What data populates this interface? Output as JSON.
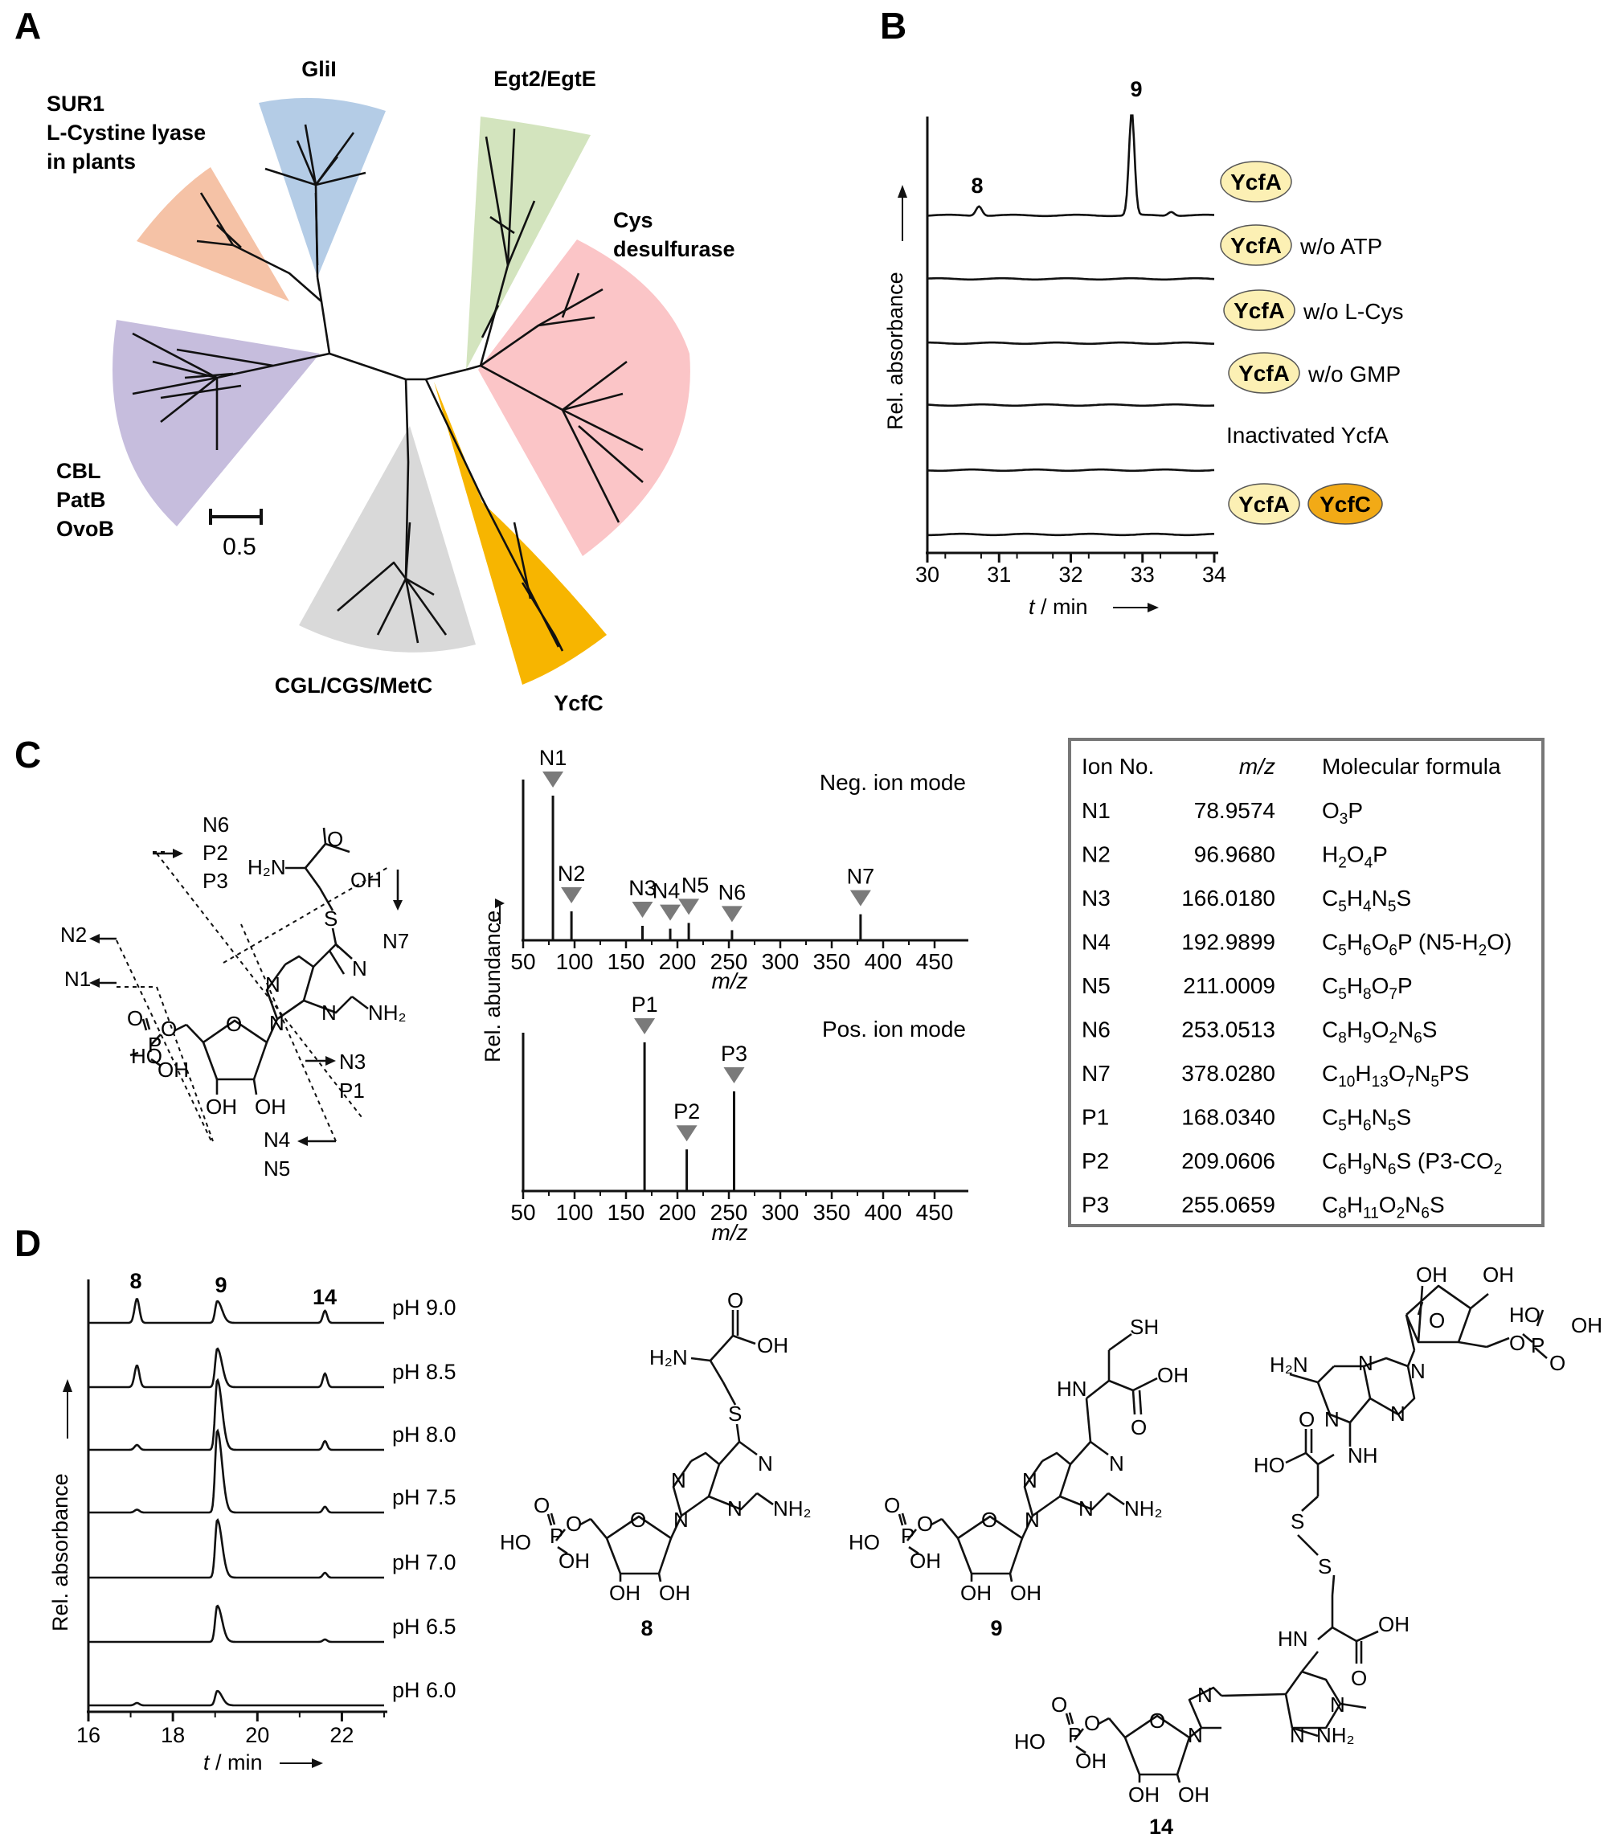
{
  "panels": {
    "a": "A",
    "b": "B",
    "c": "C",
    "d": "D"
  },
  "tree": {
    "clades": [
      {
        "id": "sur1",
        "lines": [
          "SUR1",
          "L-Cystine lyase",
          "in plants"
        ],
        "color": "#f5c2a6"
      },
      {
        "id": "glil",
        "lines": [
          "GliI"
        ],
        "color": "#b4cce6"
      },
      {
        "id": "egt2",
        "lines": [
          "Egt2/EgtE"
        ],
        "color": "#d3e4be"
      },
      {
        "id": "cys",
        "lines": [
          "Cys",
          "desulfurase"
        ],
        "color": "#fbc5c7"
      },
      {
        "id": "cbl",
        "lines": [
          "CBL",
          "PatB",
          "OvoB"
        ],
        "color": "#c6bddd"
      },
      {
        "id": "cgl",
        "lines": [
          "CGL/CGS/MetC"
        ],
        "color": "#d9d9d9"
      },
      {
        "id": "ycfc",
        "lines": [
          "YcfC"
        ],
        "color": "#f7b500"
      }
    ],
    "scale_label": "0.5"
  },
  "hplc_b": {
    "ylabel": "Rel. absorbance",
    "xlabel_var": "t",
    "xlabel_unit": " / min",
    "xticks": [
      "30",
      "31",
      "32",
      "33",
      "34"
    ],
    "peak_labels": {
      "p8": "8",
      "p9": "9"
    },
    "traces": [
      {
        "enzymes": [
          "YcfA"
        ],
        "suffix": ""
      },
      {
        "enzymes": [
          "YcfA"
        ],
        "suffix": "w/o ATP"
      },
      {
        "enzymes": [
          "YcfA"
        ],
        "suffix": "w/o L-Cys"
      },
      {
        "enzymes": [
          "YcfA"
        ],
        "suffix": "w/o GMP"
      },
      {
        "enzymes": [],
        "suffix": "Inactivated YcfA"
      },
      {
        "enzymes": [
          "YcfA",
          "YcfC"
        ],
        "suffix": ""
      }
    ]
  },
  "ms": {
    "ylabel": "Rel. abundance",
    "xlabel": "m/z",
    "neg_mode": "Neg. ion mode",
    "pos_mode": "Pos. ion mode",
    "xticks": [
      "50",
      "100",
      "150",
      "200",
      "250",
      "300",
      "350",
      "400",
      "450"
    ],
    "neg_peaks": [
      {
        "label": "N1",
        "mz": 78.9574,
        "height": 1.0
      },
      {
        "label": "N2",
        "mz": 96.968,
        "height": 0.2
      },
      {
        "label": "N3",
        "mz": 166.018,
        "height": 0.1
      },
      {
        "label": "N4",
        "mz": 192.9899,
        "height": 0.08
      },
      {
        "label": "N5",
        "mz": 211.0009,
        "height": 0.12
      },
      {
        "label": "N6",
        "mz": 253.0513,
        "height": 0.07
      },
      {
        "label": "N7",
        "mz": 378.028,
        "height": 0.18
      }
    ],
    "pos_peaks": [
      {
        "label": "P1",
        "mz": 168.034,
        "height": 1.0
      },
      {
        "label": "P2",
        "mz": 209.0606,
        "height": 0.28
      },
      {
        "label": "P3",
        "mz": 255.0659,
        "height": 0.67
      }
    ]
  },
  "ion_table": {
    "headers": [
      "Ion No.",
      "m/z",
      "Molecular formula"
    ],
    "rows": [
      [
        "N1",
        "78.9574",
        "O3P"
      ],
      [
        "N2",
        "96.9680",
        "H2O4P"
      ],
      [
        "N3",
        "166.0180",
        "C5H4N5S"
      ],
      [
        "N4",
        "192.9899",
        "C5H6O6P (N5-H2O)"
      ],
      [
        "N5",
        "211.0009",
        "C5H8O7P"
      ],
      [
        "N6",
        "253.0513",
        "C8H9O2N6S"
      ],
      [
        "N7",
        "378.0280",
        "C10H13O7N5PS"
      ],
      [
        "P1",
        "168.0340",
        "C5H6N5S"
      ],
      [
        "P2",
        "209.0606",
        "C6H9N6S (P3-CO2"
      ],
      [
        "P3",
        "255.0659",
        "C8H11O2N6S"
      ]
    ]
  },
  "frag_labels": {
    "top": [
      "N6",
      "P2",
      "P3"
    ],
    "n7": "N7",
    "n2": "N2",
    "n1": "N1",
    "mid": [
      "N3",
      "P1"
    ],
    "bot": [
      "N4",
      "N5"
    ]
  },
  "ph_series": {
    "ylabel": "Rel. absorbance",
    "xlabel_var": "t",
    "xlabel_unit": " / min",
    "xticks": [
      "16",
      "18",
      "20",
      "22"
    ],
    "peak_labels": {
      "p8": "8",
      "p9": "9",
      "p14": "14"
    },
    "traces": [
      {
        "ph": "pH 9.0",
        "h8": 0.5,
        "h9": 0.45,
        "h14": 0.25
      },
      {
        "ph": "pH 8.5",
        "h8": 0.45,
        "h9": 0.8,
        "h14": 0.28
      },
      {
        "ph": "pH 8.0",
        "h8": 0.1,
        "h9": 1.45,
        "h14": 0.18
      },
      {
        "ph": "pH 7.5",
        "h8": 0.06,
        "h9": 1.7,
        "h14": 0.12
      },
      {
        "ph": "pH 7.0",
        "h8": 0.0,
        "h9": 1.2,
        "h14": 0.1
      },
      {
        "ph": "pH 6.5",
        "h8": 0.0,
        "h9": 0.75,
        "h14": 0.05
      },
      {
        "ph": "pH 6.0",
        "h8": 0.05,
        "h9": 0.3,
        "h14": 0.0
      }
    ]
  },
  "compounds": [
    {
      "id": "8",
      "label": "8"
    },
    {
      "id": "9",
      "label": "9"
    },
    {
      "id": "14",
      "label": "14"
    }
  ],
  "chem": {
    "h2n": "H₂N",
    "nh2": "NH₂",
    "oh": "OH",
    "ho": "HO",
    "o": "O",
    "n": "N",
    "s": "S",
    "p": "P",
    "sh": "SH",
    "hn": "HN",
    "nh": "NH"
  },
  "colors": {
    "enzyme_ycfa": "#fcf0b4",
    "enzyme_ycfc": "#f2aa16",
    "ms_marker": "#7a7a7a",
    "table_border": "#777777"
  }
}
